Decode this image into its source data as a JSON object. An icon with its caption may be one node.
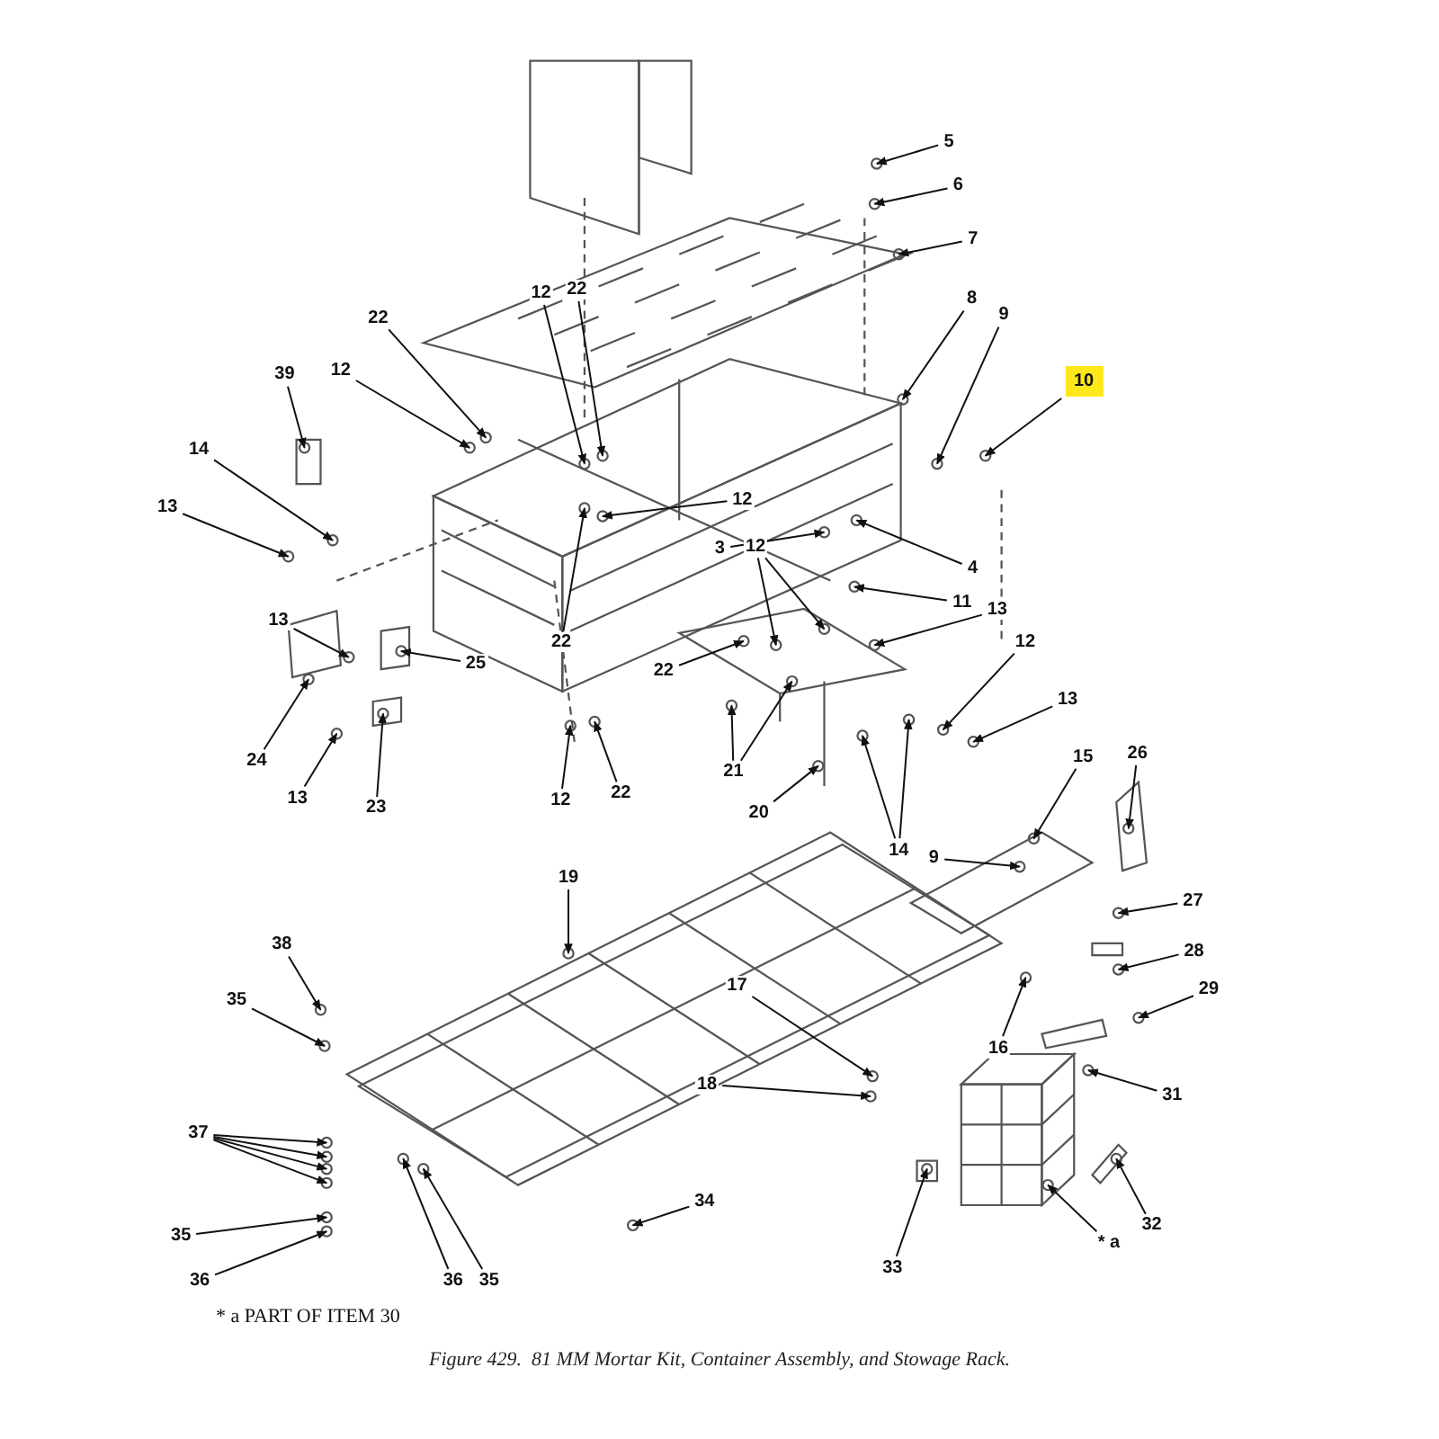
{
  "diagram": {
    "caption": "Figure 429.  81 MM Mortar Kit, Container Assembly, and Stowage Rack.",
    "nodes": [
      {
        "text": [
          "5"
        ]
      },
      {
        "text": [
          "6"
        ]
      },
      {
        "text": [
          "7"
        ]
      },
      {
        "text": [
          "8"
        ]
      },
      {
        "text": [
          "39"
        ]
      },
      {
        "text": [
          "22"
        ]
      },
      {
        "text": [
          "12"
        ]
      },
      {
        "text": [
          "22"
        ]
      },
      {
        "text": [
          "12"
        ]
      },
      {
        "text": [
          "9"
        ]
      },
      {
        "text": [
          "10"
        ]
      },
      {
        "text": [
          "14"
        ]
      },
      {
        "text": [
          "12"
        ]
      },
      {
        "text": [
          "13"
        ]
      },
      {
        "text": [
          "4"
        ]
      },
      {
        "text": [
          "22"
        ]
      },
      {
        "text": [
          "3"
        ]
      },
      {
        "text": [
          "11"
        ]
      },
      {
        "text": [
          "12"
        ]
      },
      {
        "text": [
          "13"
        ]
      },
      {
        "text": [
          "13"
        ]
      },
      {
        "text": [
          "22"
        ]
      },
      {
        "text": [
          "25"
        ]
      },
      {
        "text": [
          "12"
        ]
      },
      {
        "text": [
          "13"
        ]
      },
      {
        "text": [
          "21"
        ]
      },
      {
        "text": [
          "24"
        ]
      },
      {
        "text": [
          "14"
        ]
      },
      {
        "text": [
          "13"
        ]
      },
      {
        "text": [
          "23"
        ]
      },
      {
        "text": [
          "12"
        ]
      },
      {
        "text": [
          "22"
        ]
      },
      {
        "text": [
          "20"
        ]
      },
      {
        "text": [
          "15"
        ]
      },
      {
        "text": [
          "26"
        ]
      },
      {
        "text": [
          "9"
        ]
      },
      {
        "text": [
          "27"
        ]
      },
      {
        "text": [
          "19"
        ]
      },
      {
        "text": [
          "28"
        ]
      },
      {
        "text": [
          "16"
        ]
      },
      {
        "text": [
          "38"
        ]
      },
      {
        "text": [
          "29"
        ]
      },
      {
        "text": [
          "35"
        ]
      },
      {
        "text": [
          "17"
        ]
      },
      {
        "text": [
          "31"
        ]
      },
      {
        "text": [
          "18"
        ]
      },
      {
        "text": [
          "37"
        ]
      },
      {
        "text": [
          "32"
        ]
      },
      {
        "text": [
          "36"
        ]
      },
      {
        "text": [
          "35"
        ]
      },
      {
        "text": [
          "34"
        ]
      },
      {
        "text": [
          "33"
        ]
      },
      {
        "text": [
          "35"
        ]
      },
      {
        "text": [
          "* a"
        ]
      },
      {
        "text": [
          "36"
        ]
      }
    ],
    "edges": [
      {
        "from": 0,
        "to": null,
        "arrow": "to"
      },
      {
        "from": 1,
        "to": null,
        "arrow": "to"
      },
      {
        "from": 2,
        "to": null,
        "arrow": "to"
      },
      {
        "from": 3,
        "to": null,
        "arrow": "to"
      },
      {
        "from": 4,
        "to": null,
        "arrow": "to"
      },
      {
        "from": 5,
        "to": null,
        "arrow": "to"
      },
      {
        "from": 6,
        "to": null,
        "arrow": "to"
      },
      {
        "from": 7,
        "to": null,
        "arrow": "to"
      },
      {
        "from": 8,
        "to": null,
        "arrow": "to"
      },
      {
        "from": 9,
        "to": null,
        "arrow": "to"
      },
      {
        "from": 10,
        "to": null,
        "arrow": "to"
      },
      {
        "from": 11,
        "to": null,
        "arrow": "to"
      },
      {
        "from": 12,
        "to": null,
        "arrow": "to"
      },
      {
        "from": 13,
        "to": null,
        "arrow": "to"
      },
      {
        "from": 14,
        "to": null,
        "arrow": "to"
      },
      {
        "from": 15,
        "to": null,
        "arrow": "to"
      },
      {
        "from": 16,
        "to": null,
        "arrow": "to"
      },
      {
        "from": 17,
        "to": null,
        "arrow": "to"
      },
      {
        "from": 18,
        "to": null,
        "arrow": "to"
      },
      {
        "from": 18,
        "to": null,
        "arrow": "to"
      },
      {
        "from": 19,
        "to": null,
        "arrow": "to"
      },
      {
        "from": 20,
        "to": null,
        "arrow": "to"
      },
      {
        "from": 21,
        "to": null,
        "arrow": "to"
      },
      {
        "from": 22,
        "to": null,
        "arrow": "to"
      },
      {
        "from": 23,
        "to": null,
        "arrow": "to"
      },
      {
        "from": 24,
        "to": null,
        "arrow": "to"
      },
      {
        "from": 25,
        "to": null,
        "arrow": "to"
      },
      {
        "from": 25,
        "to": null,
        "arrow": "to"
      },
      {
        "from": 26,
        "to": null,
        "arrow": "to"
      },
      {
        "from": 27,
        "to": null,
        "arrow": "to"
      },
      {
        "from": 27,
        "to": null,
        "arrow": "to"
      },
      {
        "from": 28,
        "to": null,
        "arrow": "to"
      },
      {
        "from": 29,
        "to": null,
        "arrow": "to"
      },
      {
        "from": 30,
        "to": null,
        "arrow": "to"
      },
      {
        "from": 31,
        "to": null,
        "arrow": "to"
      },
      {
        "from": 32,
        "to": null,
        "arrow": "to"
      },
      {
        "from": 33,
        "to": null,
        "arrow": "to"
      },
      {
        "from": 34,
        "to": null,
        "arrow": "to"
      },
      {
        "from": 35,
        "to": null,
        "arrow": "to"
      },
      {
        "from": 36,
        "to": null,
        "arrow": "to"
      },
      {
        "from": 37,
        "to": null,
        "arrow": "to"
      },
      {
        "from": 38,
        "to": null,
        "arrow": "to"
      },
      {
        "from": 39,
        "to": null,
        "arrow": "to"
      },
      {
        "from": 40,
        "to": null,
        "arrow": "to"
      },
      {
        "from": 41,
        "to": null,
        "arrow": "to"
      },
      {
        "from": 42,
        "to": null,
        "arrow": "to"
      },
      {
        "from": 43,
        "to": null,
        "arrow": "to"
      },
      {
        "from": 44,
        "to": null,
        "arrow": "to"
      },
      {
        "from": 45,
        "to": null,
        "arrow": "to"
      },
      {
        "from": 46,
        "to": null,
        "arrow": "to"
      },
      {
        "from": 46,
        "to": null,
        "arrow": "to"
      },
      {
        "from": 46,
        "to": null,
        "arrow": "to"
      },
      {
        "from": 46,
        "to": null,
        "arrow": "to"
      },
      {
        "from": 47,
        "to": null,
        "arrow": "to"
      },
      {
        "from": 48,
        "to": null,
        "arrow": "to"
      },
      {
        "from": 49,
        "to": null,
        "arrow": "to"
      },
      {
        "from": 50,
        "to": null,
        "arrow": "to"
      },
      {
        "from": 51,
        "to": null,
        "arrow": "to"
      },
      {
        "from": 52,
        "to": null,
        "arrow": "to"
      },
      {
        "from": 53,
        "to": null,
        "arrow": "to"
      },
      {
        "from": 54,
        "to": null,
        "arrow": "to"
      }
    ],
    "labels": [
      "* a PART OF ITEM 30"
    ]
  }
}
